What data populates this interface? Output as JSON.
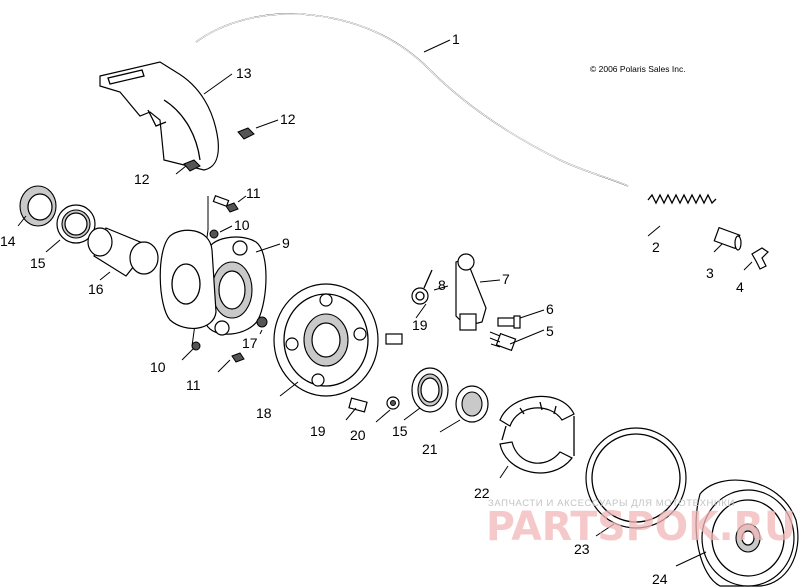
{
  "copyright": "© 2006 Polaris Sales Inc.",
  "watermark": {
    "caption": "ЗАПЧАСТИ И АКСЕССУАРЫ ДЛЯ МОТОТЕХНИКИ",
    "brand": "PARTSPOK.RU"
  },
  "callouts": [
    "1",
    "2",
    "3",
    "4",
    "5",
    "6",
    "7",
    "8",
    "9",
    "10",
    "10",
    "11",
    "11",
    "12",
    "12",
    "13",
    "14",
    "15",
    "15",
    "16",
    "17",
    "18",
    "19",
    "19",
    "20",
    "21",
    "22",
    "23",
    "24"
  ]
}
